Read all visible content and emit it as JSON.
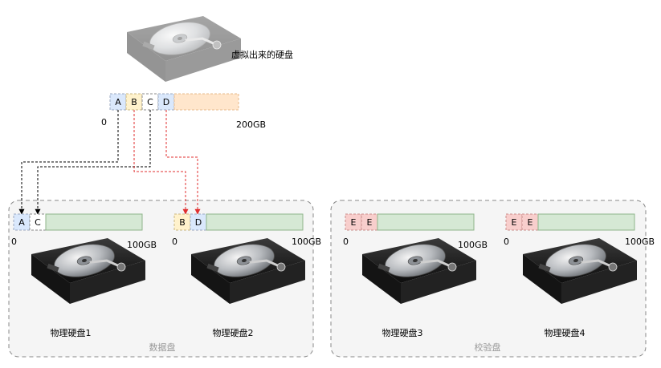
{
  "virtual_disk": {
    "label": "虚拟出来的硬盘",
    "blocks": [
      "A",
      "B",
      "C",
      "D"
    ],
    "start_label": "0",
    "end_label": "200GB"
  },
  "groups": [
    {
      "label": "数据盘"
    },
    {
      "label": "校验盘"
    }
  ],
  "disks": [
    {
      "name": "物理硬盘1",
      "blocks": [
        "A",
        "C"
      ],
      "start_label": "0",
      "end_label": "100GB"
    },
    {
      "name": "物理硬盘2",
      "blocks": [
        "B",
        "D"
      ],
      "start_label": "0",
      "end_label": "100GB"
    },
    {
      "name": "物理硬盘3",
      "blocks": [
        "E",
        "E"
      ],
      "start_label": "0",
      "end_label": "100GB"
    },
    {
      "name": "物理硬盘4",
      "blocks": [
        "E",
        "E"
      ],
      "start_label": "0",
      "end_label": "100GB"
    }
  ],
  "icons": {
    "disk": "hard-disk-icon"
  },
  "colors": {
    "block_a": "#dae8fc",
    "block_b": "#fff2cc",
    "block_c": "#ffffff",
    "block_d": "#dae8fc",
    "block_e": "#f8cecc",
    "virtual_free": "#ffe6cc",
    "physical_free": "#d5e8d4",
    "arrow_black": "#000000",
    "arrow_red": "#e03030",
    "group_fill": "#f5f5f5",
    "group_border": "#888888"
  }
}
